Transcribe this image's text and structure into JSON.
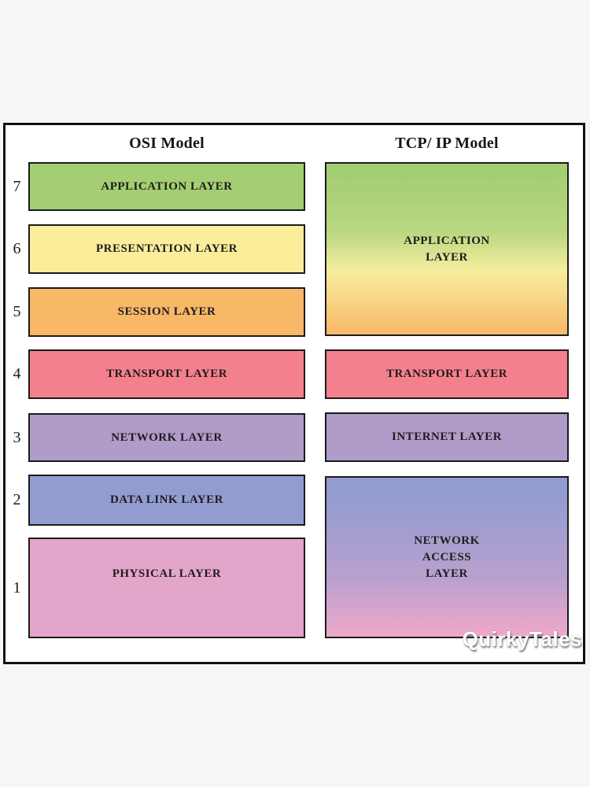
{
  "watermark": {
    "text": "QuirkyTales"
  },
  "diagram": {
    "left_title": "OSI Model",
    "right_title": "TCP/ IP Model",
    "colors": {
      "green": "#a4ce72",
      "yellow": "#fbee9b",
      "orange": "#f9b768",
      "red": "#f5808d",
      "purple": "#b19bc9",
      "blue": "#939cd0",
      "pink": "#e4a5cb",
      "box_border": "#1b1b1b",
      "text": "#1d1d1d",
      "page_background": "#f6f6f6"
    },
    "osi": {
      "layers": [
        {
          "number": "7",
          "label": "APPLICATION LAYER",
          "color": "#a4ce72"
        },
        {
          "number": "6",
          "label": "PRESENTATION LAYER",
          "color": "#fbee9b"
        },
        {
          "number": "5",
          "label": "SESSION LAYER",
          "color": "#f9b768"
        },
        {
          "number": "4",
          "label": "TRANSPORT LAYER",
          "color": "#f5808d"
        },
        {
          "number": "3",
          "label": "NETWORK LAYER",
          "color": "#b19bc9"
        },
        {
          "number": "2",
          "label": "DATA LINK LAYER",
          "color": "#939cd0"
        },
        {
          "number": "1",
          "label": "PHYSICAL LAYER",
          "color": "#e4a5cb"
        }
      ]
    },
    "tcpip": {
      "layers": [
        {
          "lines": [
            "APPLICATION",
            "LAYER"
          ],
          "gradient": [
            "#a4ce72",
            "#fbee9b",
            "#f9b768"
          ]
        },
        {
          "lines": [
            "TRANSPORT LAYER"
          ],
          "color": "#f5808d"
        },
        {
          "lines": [
            "INTERNET LAYER"
          ],
          "color": "#b19bc9"
        },
        {
          "lines": [
            "NETWORK",
            "ACCESS",
            "LAYER"
          ],
          "gradient": [
            "#939cd0",
            "#f0a8ca"
          ]
        }
      ]
    }
  }
}
